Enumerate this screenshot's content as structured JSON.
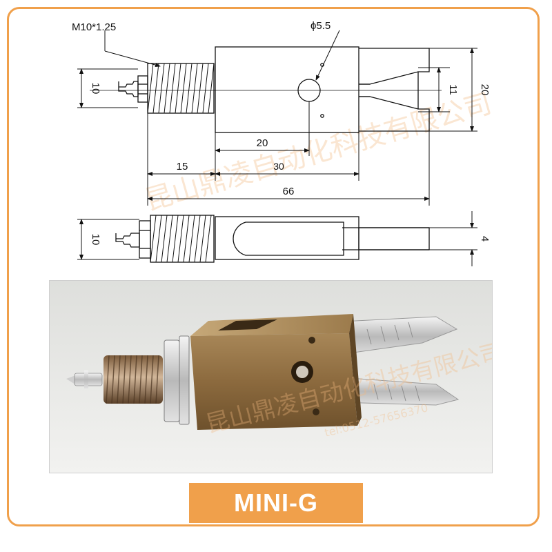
{
  "drawing": {
    "thread_label": "M10*1.25",
    "hole_label": "ϕ5.5",
    "dims": {
      "d_10_top": "10",
      "d_11": "11",
      "d_20_height": "20",
      "d_20_length": "20",
      "d_15": "15",
      "d_30": "30",
      "d_66": "66",
      "d_10_side": "10",
      "d_4": "4"
    }
  },
  "watermark": {
    "company": "昆山鼎凌自动化科技有限公司",
    "phone": "tel:0512-57656370"
  },
  "product": {
    "name": "MINI-G"
  },
  "colors": {
    "accent": "#f0a04b",
    "body_brass": "#8c6a3e",
    "steel": "#c9c9c9"
  }
}
